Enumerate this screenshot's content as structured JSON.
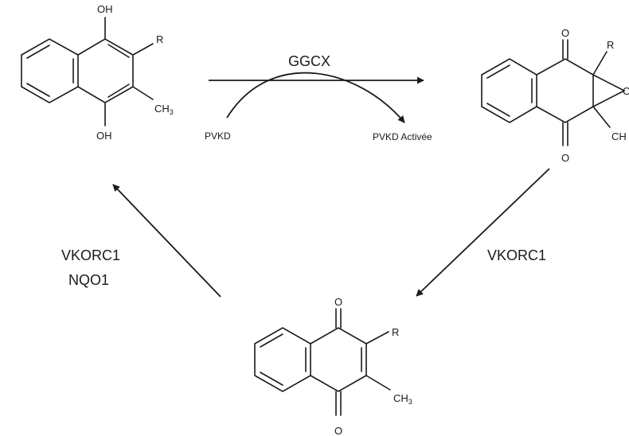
{
  "molecules": {
    "hydroquinone": {
      "top_oh": "OH",
      "bottom_oh": "OH",
      "r": "R",
      "ch": "CH",
      "ch_sub": "3"
    },
    "epoxide": {
      "top_o": "O",
      "bottom_o": "O",
      "r": "R",
      "epoxide_o": "O",
      "ch": "CH"
    },
    "quinone": {
      "top_o": "O",
      "bottom_o": "O",
      "r": "R",
      "ch": "CH",
      "ch_sub": "3"
    }
  },
  "labels": {
    "ggcx": "GGCX",
    "pvkd": "PVKD",
    "pvkd_active": "PVKD Activée",
    "vkorc1_right": "VKORC1",
    "vkorc1_left": "VKORC1",
    "nqo1": "NQO1"
  }
}
